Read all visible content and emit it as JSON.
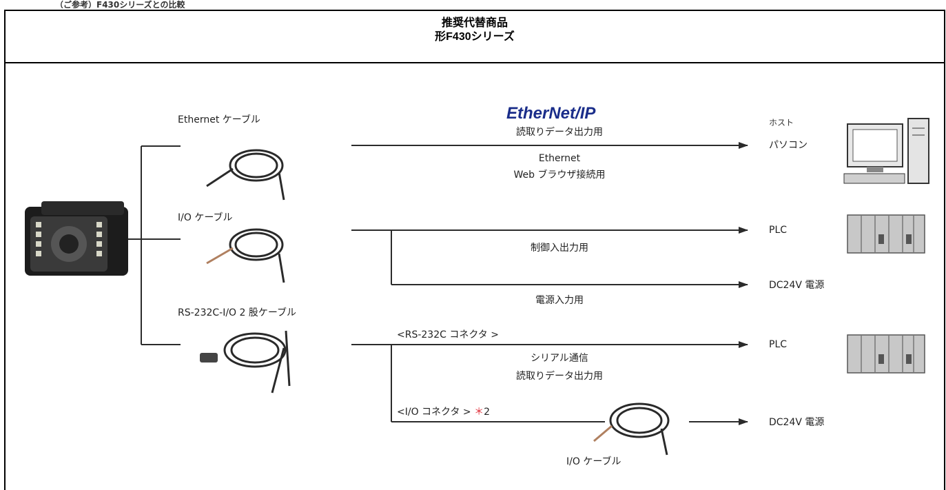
{
  "top_clip_text": "（ご参考）F430シリーズとの比較",
  "header": {
    "title_line1": "推奨代替商品",
    "title_line2": "形F430シリーズ"
  },
  "diagram": {
    "ethernet_ip_logo": "EtherNet/IP",
    "host_label": "ホスト",
    "cable_ethernet": "Ethernet ケーブル",
    "cable_io": "I/O ケーブル",
    "cable_rs232c": "RS-232C-I/O 2 股ケーブル",
    "cable_io_bottom": "I/O ケーブル",
    "line_read_output": "読取りデータ出力用",
    "line_ethernet": "Ethernet",
    "line_web": "Web ブラウザ接続用",
    "line_control_io": "制御入出力用",
    "line_power_in": "電源入力用",
    "line_rs232c_conn": "<RS-232C コネクタ >",
    "line_serial": "シリアル通信",
    "line_read_output2": "読取りデータ出力用",
    "line_io_conn": "<I/O コネクタ > ",
    "footnote_mark": "＊",
    "footnote_num": "2",
    "dest_pc": "パソコン",
    "dest_plc1": "PLC",
    "dest_dc24v_1": "DC24V 電源",
    "dest_plc2": "PLC",
    "dest_dc24v_2": "DC24V 電源"
  },
  "colors": {
    "line": "#2b2b2b",
    "logo_blue": "#1a2d8a",
    "footnote_red": "#e0303a",
    "device_dark": "#1c1c1c",
    "plc_gray": "#c8c8c8"
  }
}
